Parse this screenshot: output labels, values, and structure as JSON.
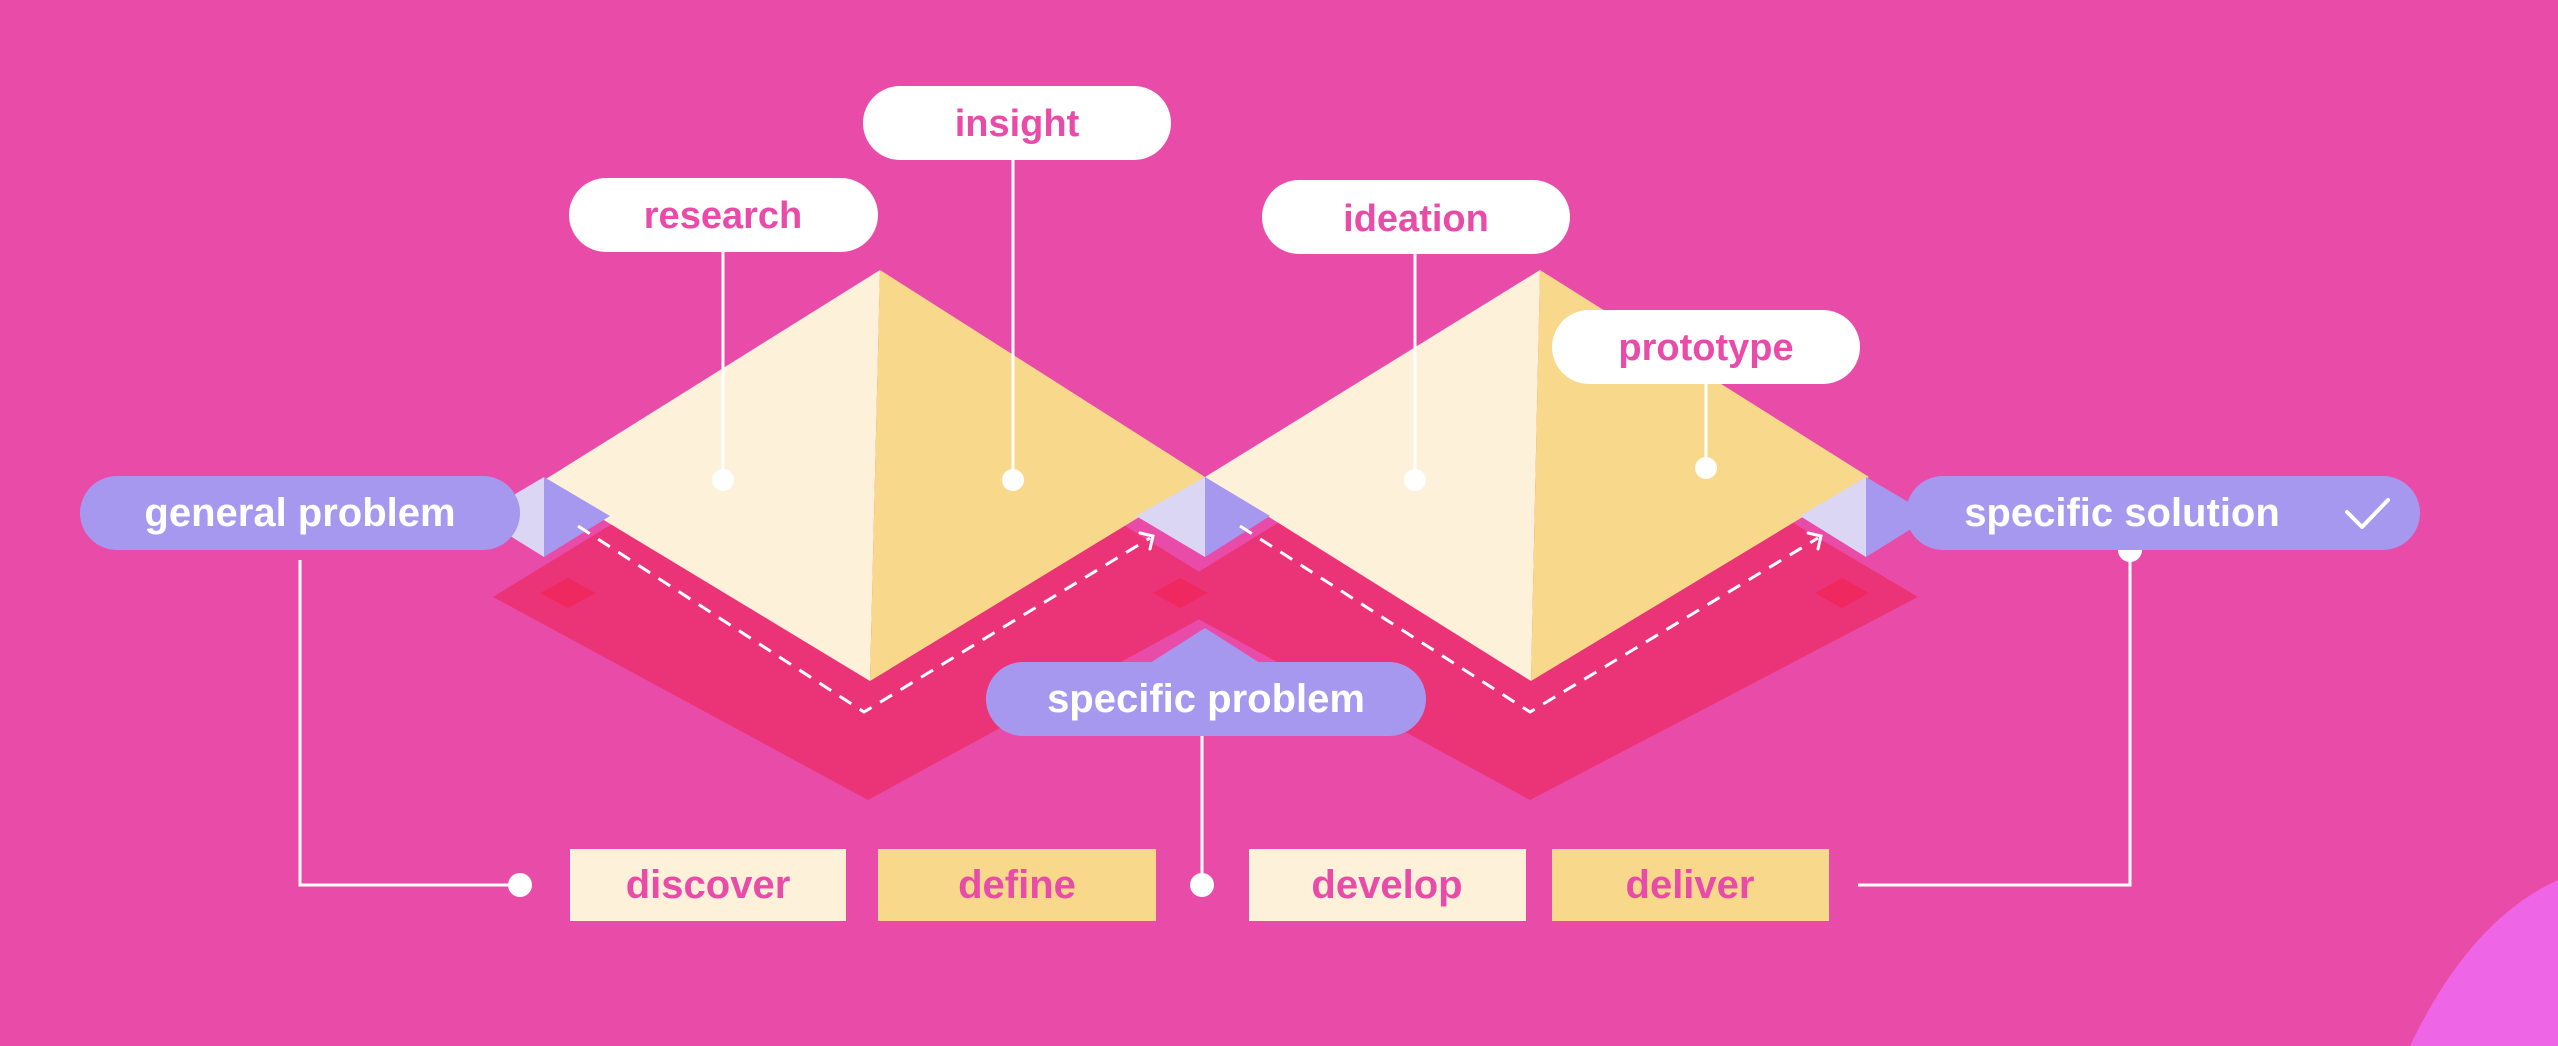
{
  "colors": {
    "background": "#E94BA9",
    "shadow": "#EB3478",
    "shadow_overlap": "#EF2860",
    "light_face": "#FDF1DA",
    "dark_face": "#F8D98B",
    "purple": "#A698EE",
    "purple_light": "#DAD6F3",
    "label_pink": "#E94BA9",
    "white": "#FFFFFF",
    "corner_blob": "#EE66E6"
  },
  "callouts": {
    "research": "research",
    "insight": "insight",
    "ideation": "ideation",
    "prototype": "prototype"
  },
  "pills": {
    "general_problem": "general problem",
    "specific_problem": "specific problem",
    "specific_solution": "specific solution"
  },
  "icons": {
    "solution_icon": "check-icon"
  },
  "phases": {
    "discover": "discover",
    "define": "define",
    "develop": "develop",
    "deliver": "deliver"
  }
}
